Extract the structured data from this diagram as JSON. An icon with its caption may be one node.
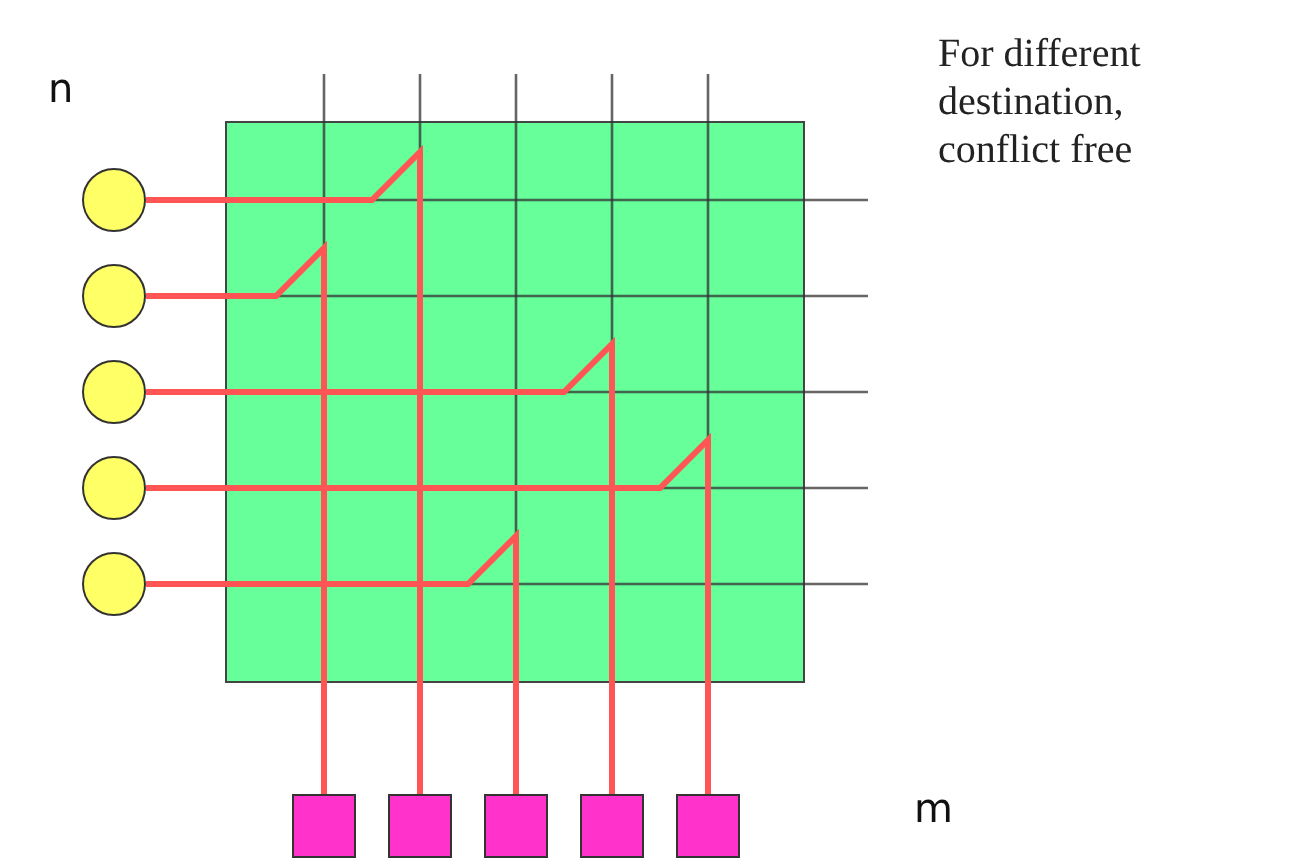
{
  "diagram": {
    "nodes": [
      {
        "text": [],
        "shape": "circle"
      },
      {
        "text": [],
        "shape": "circle"
      },
      {
        "text": [],
        "shape": "circle"
      },
      {
        "text": [],
        "shape": "circle"
      },
      {
        "text": [],
        "shape": "circle"
      },
      {
        "text": [],
        "shape": "box"
      },
      {
        "text": [],
        "shape": "box"
      },
      {
        "text": [],
        "shape": "box"
      },
      {
        "text": [],
        "shape": "box"
      },
      {
        "text": [],
        "shape": "box"
      }
    ],
    "edges": [
      {
        "from": 0,
        "to": 6,
        "arrow": "none"
      },
      {
        "from": 1,
        "to": 5,
        "arrow": "none"
      },
      {
        "from": 2,
        "to": 8,
        "arrow": "none"
      },
      {
        "from": 3,
        "to": 9,
        "arrow": "none"
      },
      {
        "from": 4,
        "to": 7,
        "arrow": "none"
      }
    ],
    "labels": [
      "n",
      "For different destination, conflict free",
      "m"
    ]
  }
}
